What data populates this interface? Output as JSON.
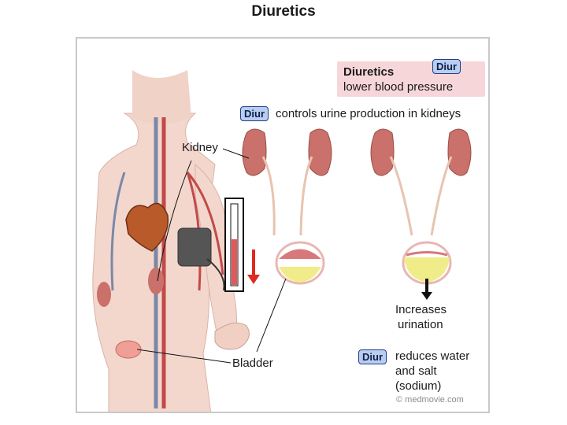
{
  "title": "Diuretics",
  "header": {
    "title": "Diuretics",
    "subtitle": "lower blood pressure"
  },
  "badge_label": "Diur",
  "labels": {
    "controls": "controls urine production in kidneys",
    "kidney": "Kidney",
    "bladder": "Bladder",
    "increases_1": "Increases",
    "increases_2": "urination",
    "reduces_1": "reduces water",
    "reduces_2": "and salt",
    "reduces_3": "(sodium)"
  },
  "copyright": "© medmovie.com",
  "colors": {
    "kidney": "#c9716a",
    "urine": "#f0ec8a",
    "bladder_wall": "#e8b7b3",
    "badge": "#b9cdf0",
    "header_bg": "#f7d6d9",
    "arrow_red": "#e02a1f"
  }
}
